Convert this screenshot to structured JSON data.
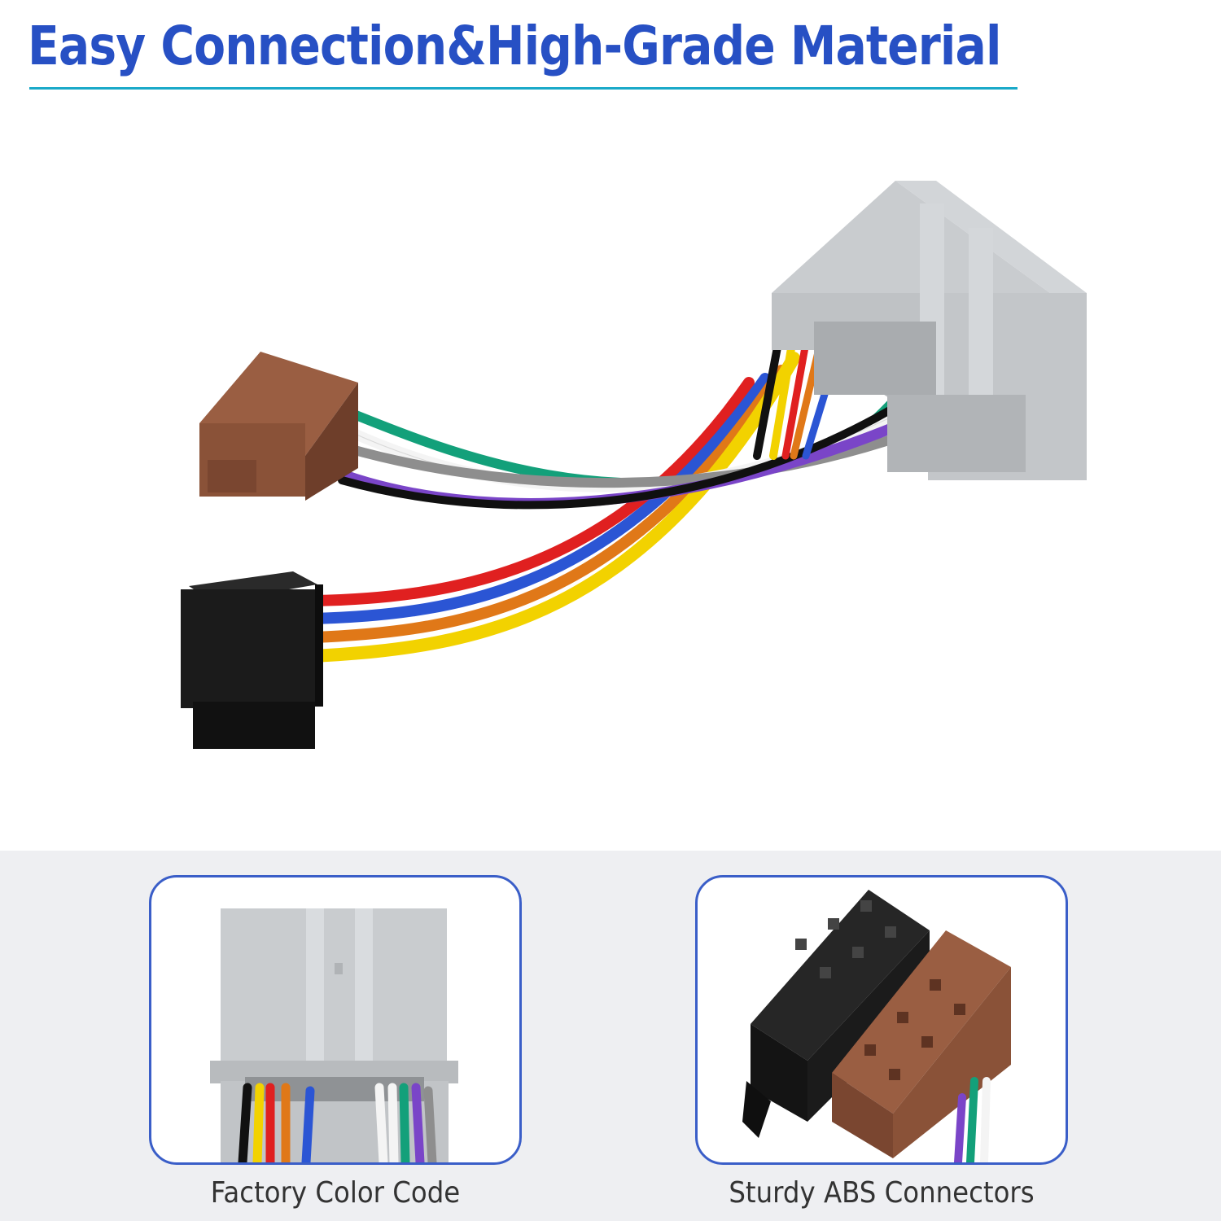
{
  "headline": "Easy Connection&High-Grade Material",
  "colors": {
    "headline": "#2750c4",
    "rule": "#1aa9c9",
    "panel_bg": "#eeeff2",
    "card_border": "#3a5ec8",
    "caption": "#333333",
    "connector_grey": "#c3c6c9",
    "connector_brown": "#8a5238",
    "connector_black": "#1b1b1b"
  },
  "features": [
    {
      "caption": "Factory Color Code"
    },
    {
      "caption": "Sturdy ABS Connectors"
    }
  ]
}
